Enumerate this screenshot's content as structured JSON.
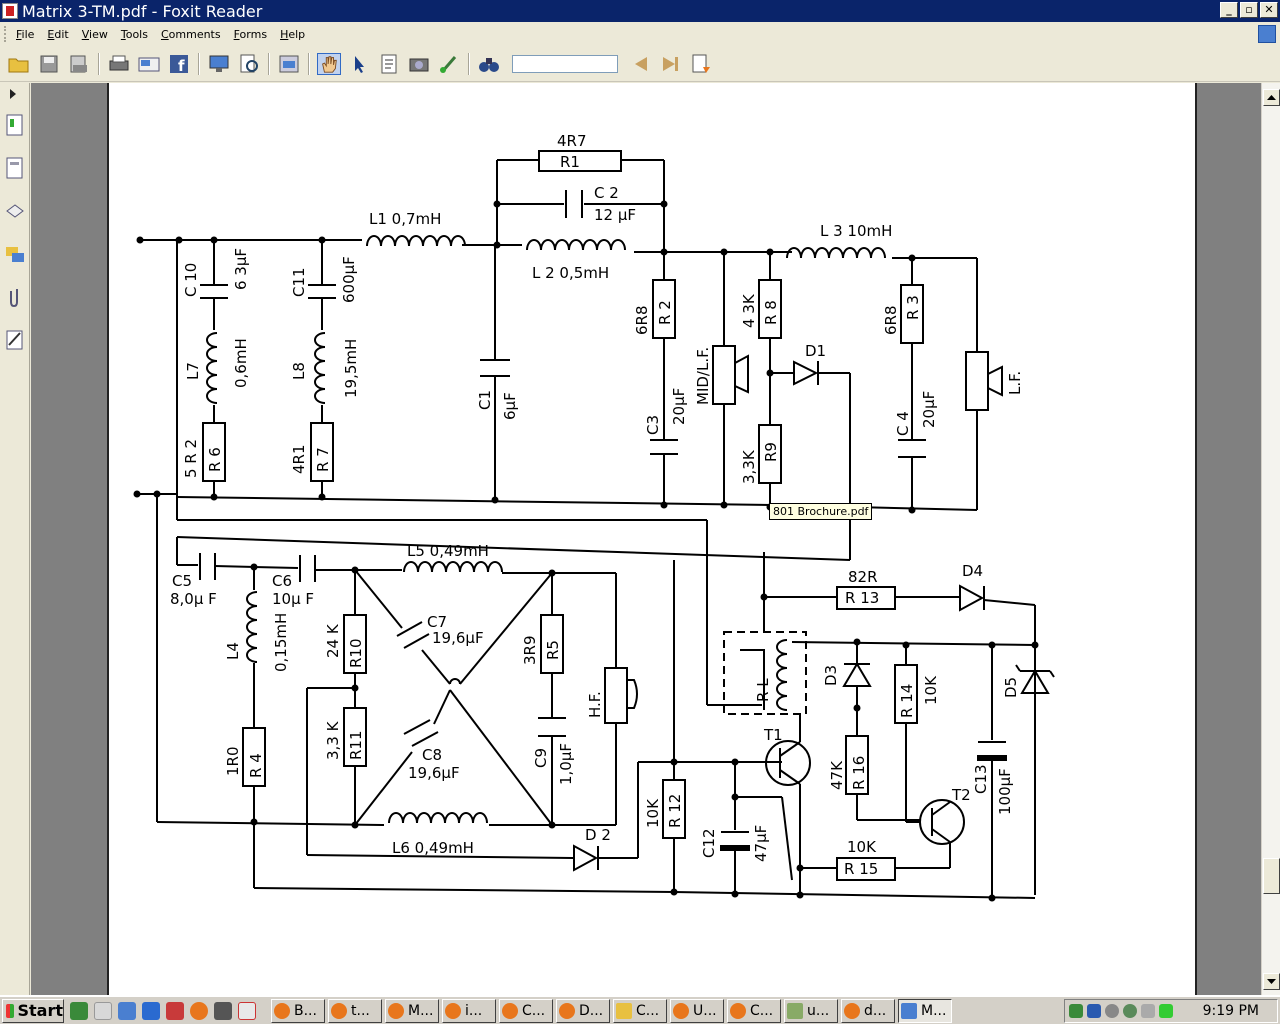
{
  "window": {
    "title": "Matrix 3-TM.pdf - Foxit Reader",
    "controls": [
      "_",
      "▫",
      "✕"
    ]
  },
  "menu": {
    "items": [
      "File",
      "Edit",
      "View",
      "Tools",
      "Comments",
      "Forms",
      "Help"
    ]
  },
  "toolbar": {
    "search_value": "",
    "icons": [
      "open-icon",
      "save-icon",
      "print-preview-icon",
      "print-icon",
      "email-icon",
      "facebook-icon",
      "monitor-icon",
      "zoom-page-icon",
      "page-icon",
      "hand-icon",
      "select-icon",
      "text-select-icon",
      "snapshot-icon",
      "pen-icon",
      "binoculars-icon",
      "previous-icon",
      "next-icon",
      "document-icon"
    ]
  },
  "leftpanel": {
    "icons": [
      "bookmarks-icon",
      "pages-icon",
      "layers-icon",
      "comments-icon",
      "attachments-icon",
      "signatures-icon"
    ]
  },
  "tooltip": {
    "text": "801 Brochure.pdf"
  },
  "schematic": {
    "labels": {
      "r1_value": "4R7",
      "r1": "R1",
      "c2": "C 2",
      "c2_value": "12 μF",
      "l1": "L1  0,7mH",
      "l2": "L 2   0,5mH",
      "l3": "L 3  10mH",
      "c10": "C 10",
      "c10_value": "6 3μF",
      "c11": "C11",
      "c11_value": "600μF",
      "l7": "L7",
      "l7_value": "0,6mH",
      "l8": "L8",
      "l8_value": "19,5mH",
      "r6_value": "5 R 2",
      "r6": "R 6",
      "r7_value": "4R1",
      "r7": "R 7",
      "c1": "C1",
      "c1_value": "6μF",
      "r2_value": "6R8",
      "r2": "R 2",
      "c3": "C3",
      "c3_value": "20μF",
      "mid_lf": "MID/L.F.",
      "r8_value": "4 3K",
      "r8": "R 8",
      "r9_value": "3,3K",
      "r9": "R9",
      "d1": "D1",
      "r3_value": "6R8",
      "r3": "R 3",
      "c4": "C 4",
      "c4_value": "20μF",
      "lf": "L.F.",
      "l5": "L5   0,49mH",
      "c5": "C5",
      "c5_value": "8,0μ F",
      "c6": "C6",
      "c6_value": "10μ F",
      "l4": "L4",
      "l4_value": "0,15mH",
      "r10_value": "24 K",
      "r10": "R10",
      "c7": "C7",
      "c7_value": "19,6μF",
      "r5_value": "3R9",
      "r5": "R5",
      "hf": "H.F.",
      "r11_value": "3,3 K",
      "r11": "R11",
      "c8": "C8",
      "c8_value": "19,6μF",
      "c9": "C9",
      "c9_value": "1,0μF",
      "r4_value": "1R0",
      "r4": "R 4",
      "l6": "L6     0,49mH",
      "d2": "D 2",
      "r12_value": "10K",
      "r12": "R 12",
      "c12": "C12",
      "c12_value": "47μF",
      "r13_value": "82R",
      "r13": "R 13",
      "d4": "D4",
      "rl": "R L",
      "d3": "D3",
      "r14": "R 14",
      "r14_value": "10K",
      "d5": "D5",
      "t1": "T1",
      "r16_value": "47K",
      "r16": "R 16",
      "t2": "T2",
      "c13": "C13",
      "c13_value": "100μF",
      "r15_value": "10K",
      "r15": "R 15"
    }
  },
  "taskbar": {
    "start_label": "Start",
    "tasks": [
      {
        "label": "B...",
        "color": "#e8761c"
      },
      {
        "label": "t...",
        "color": "#e8761c"
      },
      {
        "label": "M...",
        "color": "#e8761c"
      },
      {
        "label": "i...",
        "color": "#e8761c"
      },
      {
        "label": "C...",
        "color": "#e8761c"
      },
      {
        "label": "D...",
        "color": "#e8761c"
      },
      {
        "label": "C...",
        "color": "#e8c040"
      },
      {
        "label": "U...",
        "color": "#e8761c"
      },
      {
        "label": "C...",
        "color": "#e8761c"
      },
      {
        "label": "u...",
        "color": "#8a6"
      },
      {
        "label": "d...",
        "color": "#e8761c"
      },
      {
        "label": "M...",
        "color": "#4a7fd0",
        "active": true
      }
    ],
    "clock": "9:19 PM"
  }
}
